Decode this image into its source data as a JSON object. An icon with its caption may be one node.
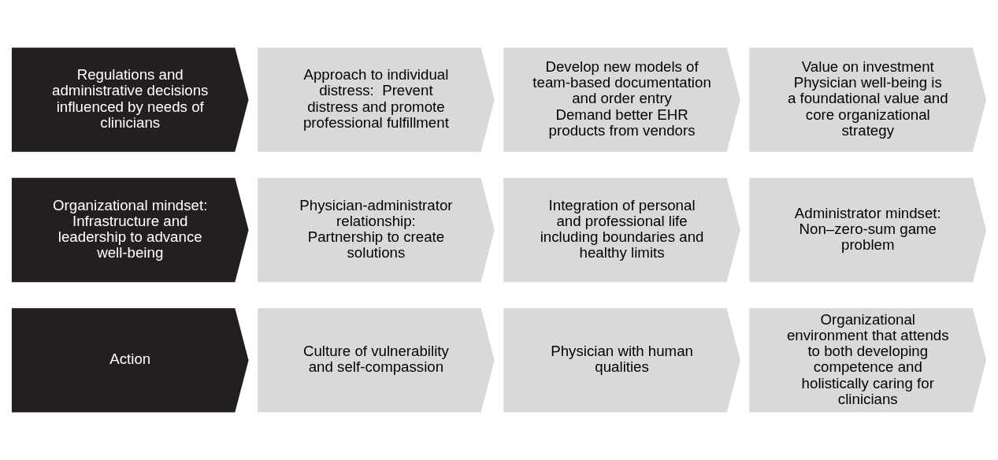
{
  "diagram": {
    "nodes": [
      {
        "text": [
          "Action"
        ]
      },
      {
        "text": [
          "Culture of vulnerability and self-compassion"
        ]
      },
      {
        "text": [
          "Physician with human qualities"
        ]
      },
      {
        "text": [
          "Organizational environment that attends to both developing competence and holistically caring for clinicians"
        ]
      },
      {
        "text": [
          "Organizational mindset: Infrastructure and leadership to advance well-being"
        ]
      },
      {
        "text": [
          "Physician-administrator relationship: Partnership to create solutions"
        ]
      },
      {
        "text": [
          "Integration of personal and professional life including boundaries and healthy limits"
        ]
      },
      {
        "text": [
          "Administrator mindset: Non–zero-sum game problem"
        ]
      },
      {
        "text": [
          "Regulations and administrative decisions influenced by needs of clinicians"
        ]
      },
      {
        "text": [
          "Approach to individual distress:  Prevent distress and promote professional fulfillment"
        ]
      },
      {
        "text": [
          "Develop new models of team-based documentation and order entry",
          "Demand better EHR products from vendors"
        ]
      },
      {
        "text": [
          "Value on investment",
          "Physician well-being is a foundational value and core organizational strategy"
        ]
      }
    ]
  }
}
